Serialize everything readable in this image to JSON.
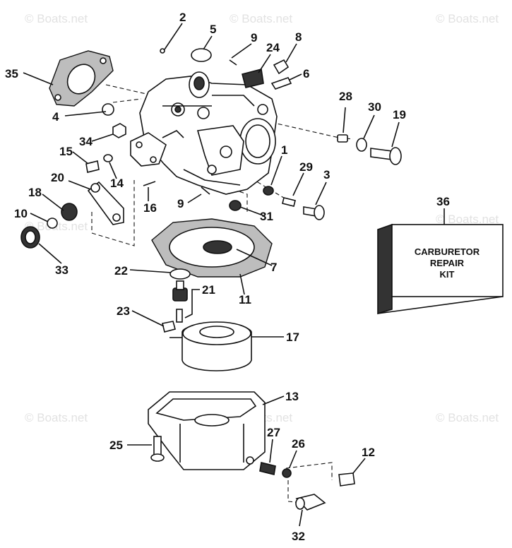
{
  "watermark": "© Boats.net",
  "kit_label": [
    "CARBURETOR",
    "REPAIR",
    "KIT"
  ],
  "callouts": [
    "1",
    "2",
    "3",
    "4",
    "5",
    "6",
    "7",
    "8",
    "9",
    "9",
    "10",
    "11",
    "12",
    "13",
    "14",
    "15",
    "16",
    "17",
    "18",
    "19",
    "20",
    "21",
    "22",
    "23",
    "24",
    "25",
    "26",
    "27",
    "28",
    "29",
    "30",
    "31",
    "32",
    "33",
    "34",
    "35",
    "36"
  ]
}
